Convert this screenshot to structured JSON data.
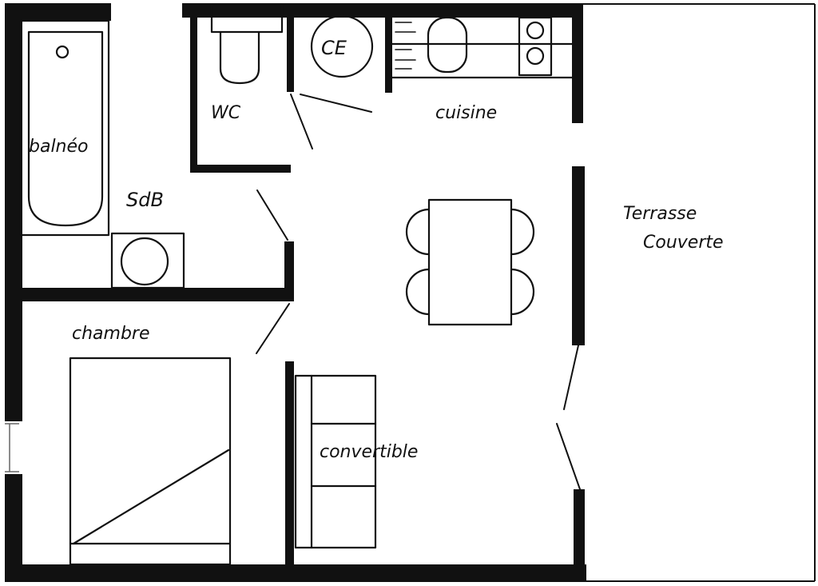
{
  "plan": {
    "colors": {
      "wall": "#111111",
      "line": "#111111",
      "background": "#ffffff"
    },
    "rooms": {
      "bathtub": "balnéo",
      "wc": "WC",
      "fridge": "CE",
      "kitchen": "cuisine",
      "bathroom": "SdB",
      "bedroom": "chambre",
      "sofa_bed": "convertible",
      "terrace_line1": "Terrasse",
      "terrace_line2": "Couverte"
    }
  }
}
